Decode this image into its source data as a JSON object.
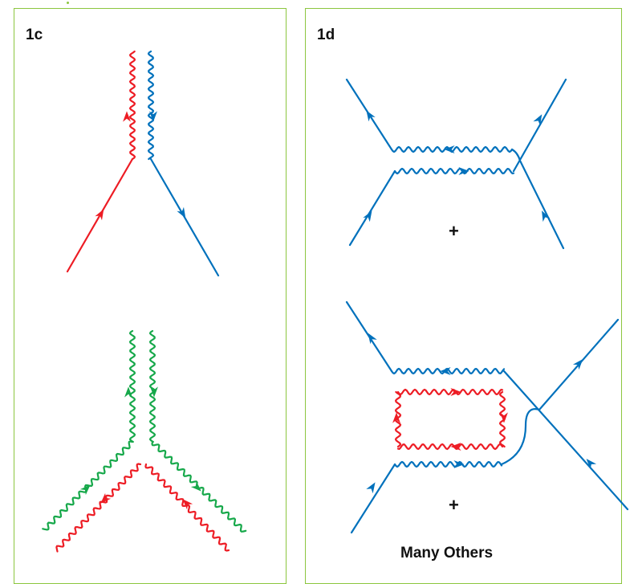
{
  "panels": {
    "c": {
      "label": "1c"
    },
    "d": {
      "label": "1d",
      "plus_1": "+",
      "plus_2": "+",
      "caption": "Many Others"
    }
  },
  "colors": {
    "frame": "#8cc63f",
    "red": "#ed1c24",
    "blue": "#0071bc",
    "green": "#16a84a"
  }
}
